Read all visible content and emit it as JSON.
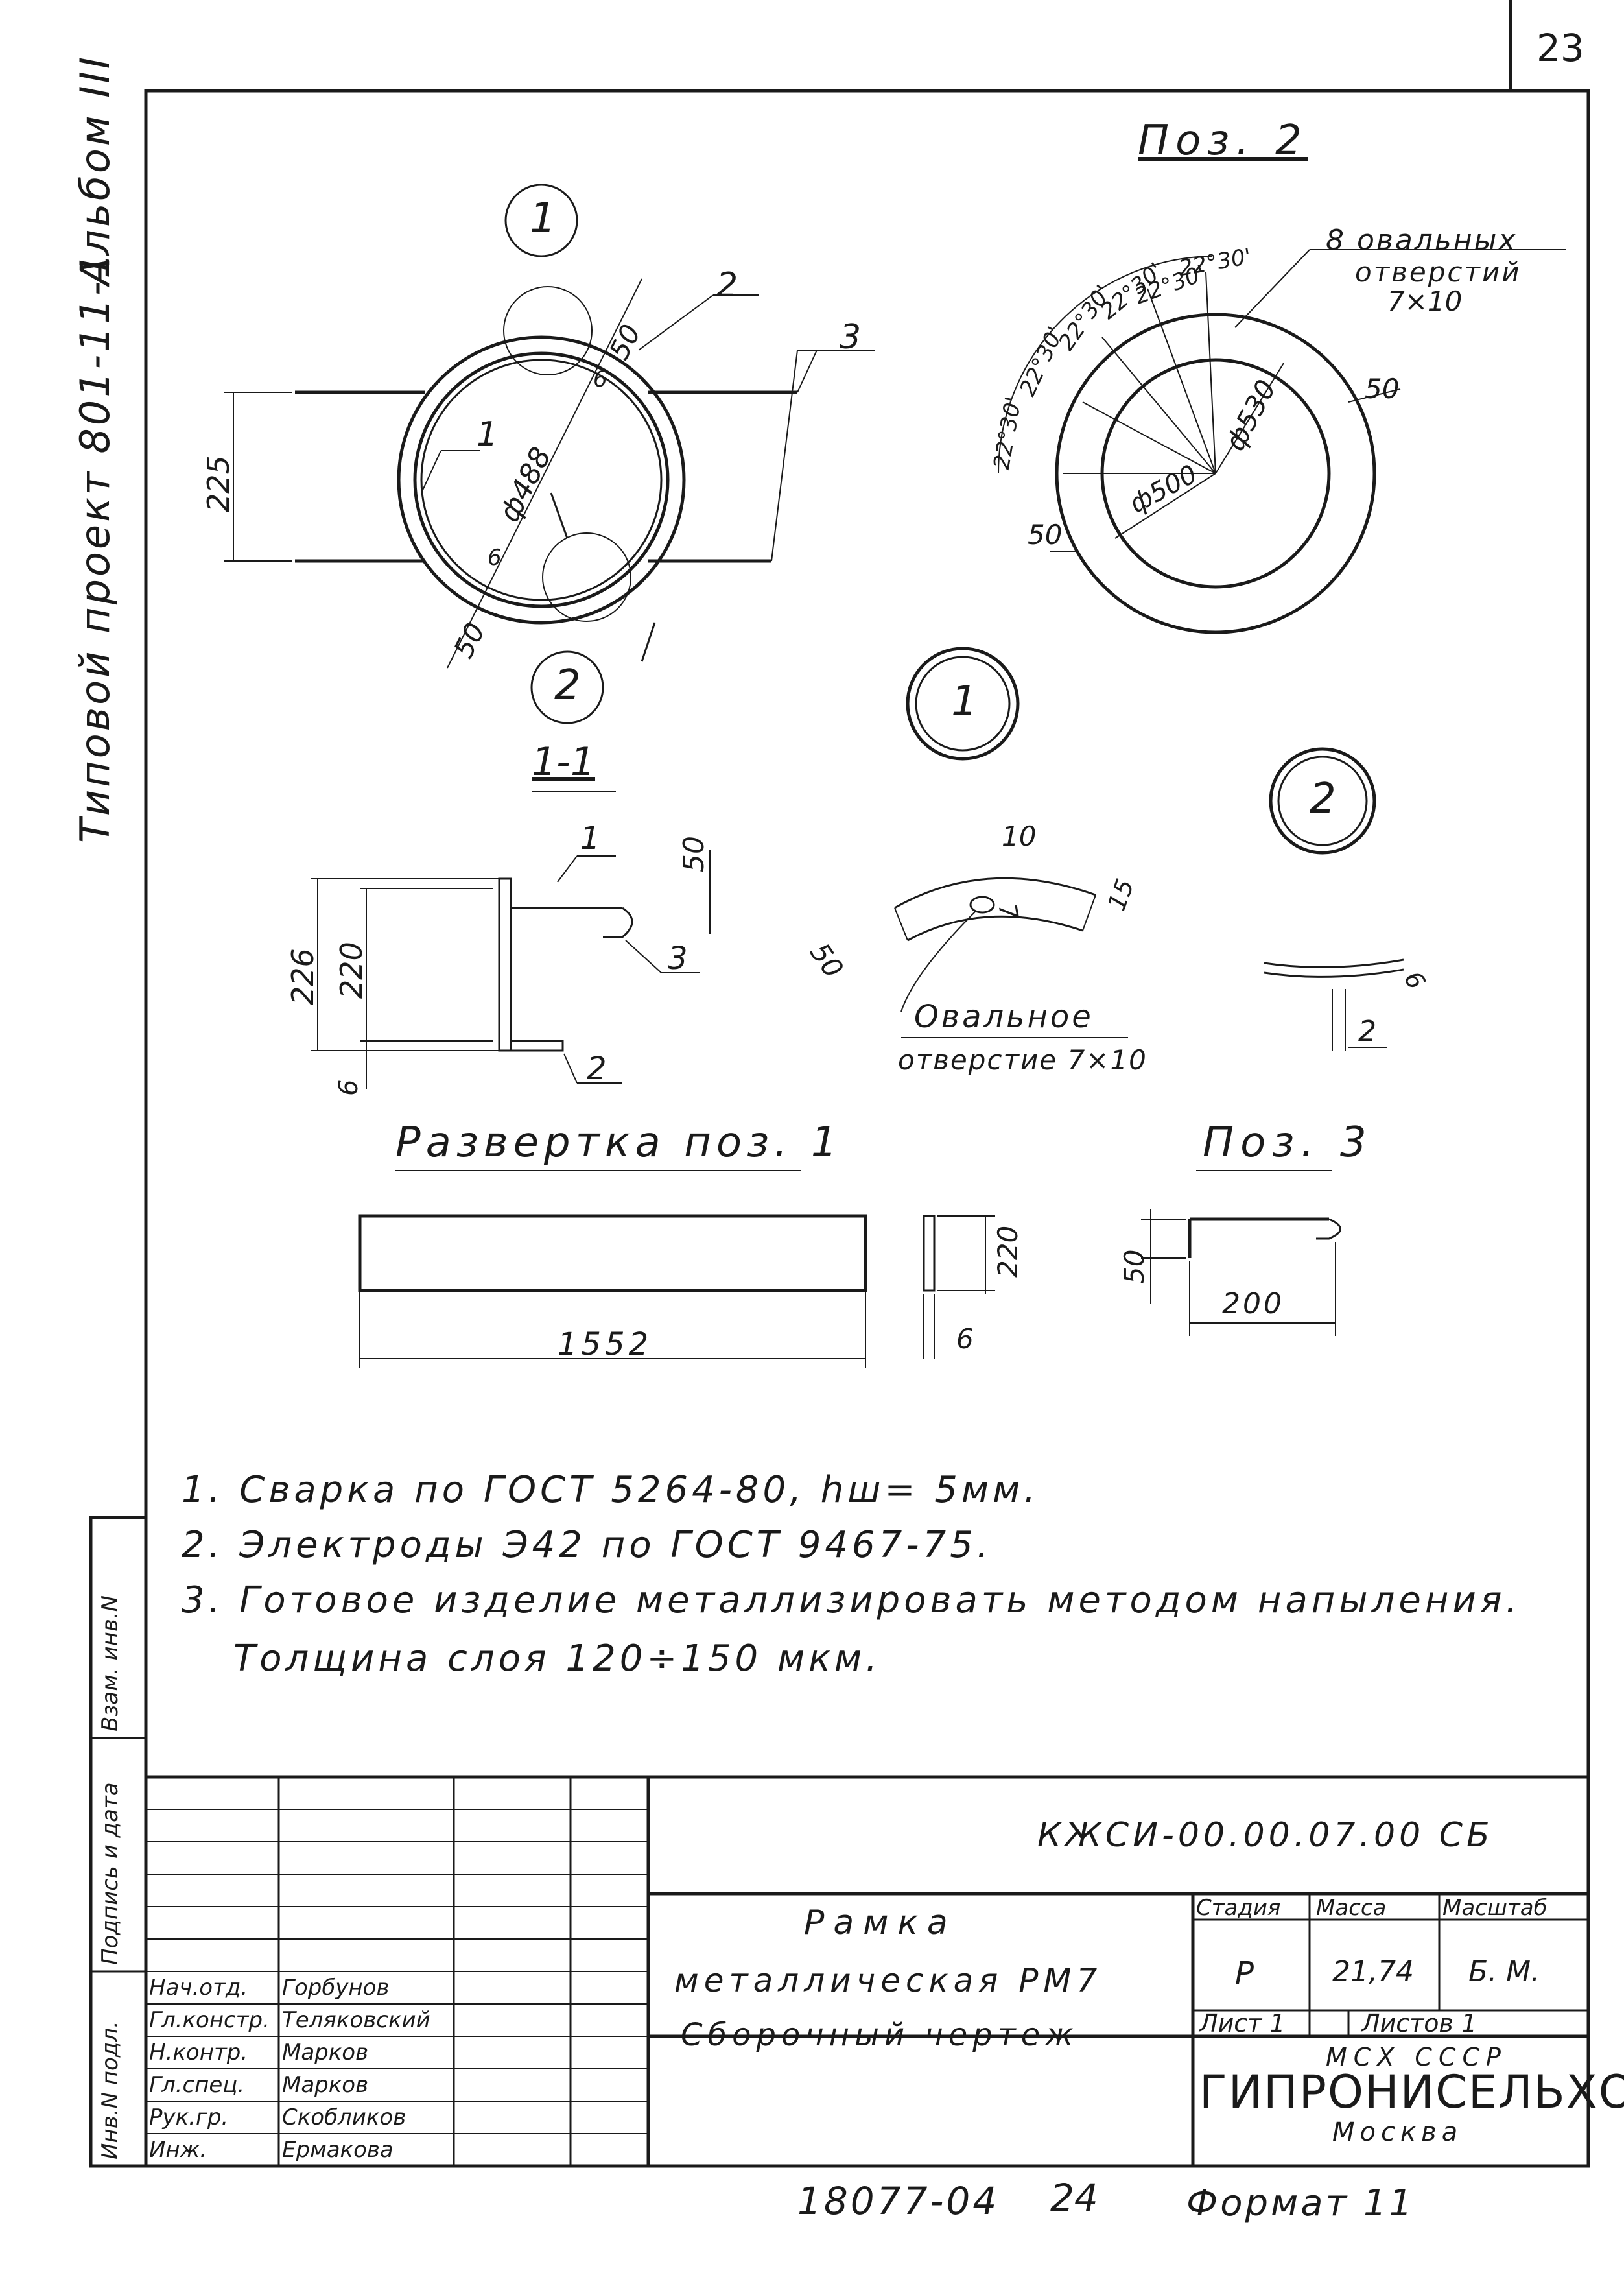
{
  "sheet": {
    "page_number": "23",
    "side_title": "Типовой проект 801-11-1",
    "side_album": "Альбом III",
    "bottom_code": "18077-04",
    "bottom_page": "24",
    "format": "Формат 11"
  },
  "views": {
    "pos2_title": "Поз. 2",
    "pos3_title": "Поз. 3",
    "section_title": "1-1",
    "unfold_title": "Развертка поз. 1",
    "callout_1": "1",
    "callout_2": "2",
    "leader_2": "2",
    "leader_3": "3",
    "leader_1": "1",
    "oval_holes_note_1": "8 овальных",
    "oval_holes_note_2": "отверстий",
    "oval_holes_note_3": "7×10",
    "oval_hole_label_1": "Овальное",
    "oval_hole_label_2": "отверстие 7×10"
  },
  "dimensions": {
    "d225": "225",
    "d488": "ф488",
    "d50": "50",
    "d6": "6",
    "d530": "ф530",
    "d500": "ф500",
    "angle": "22°30'",
    "d226": "226",
    "d220": "220",
    "d10": "10",
    "d7": "7",
    "d15": "15",
    "d2": "2",
    "d1552": "1552",
    "d200": "200"
  },
  "notes": [
    "1. Сварка по ГОСТ 5264-80, hш= 5мм.",
    "2. Электроды Э42 по ГОСТ 9467-75.",
    "3. Готовое изделие металлизировать методом напыления.",
    "Толщина слоя 120÷150 мкм."
  ],
  "stamp": {
    "doc_code": "КЖСИ-00.00.07.00 СБ",
    "title_1": "Рамка",
    "title_2": "металлическая РМ7",
    "title_3": "Сборочный чертеж",
    "stage_label": "Стадия",
    "mass_label": "Масса",
    "scale_label": "Масштаб",
    "stage_value": "Р",
    "mass_value": "21,74",
    "scale_value": "Б. М.",
    "sheet_label": "Лист 1",
    "sheets_label": "Листов 1",
    "org_top": "МСХ СССР",
    "org_name": "ГИПРОНИСЕЛЬХОЗ",
    "org_city": "Москва",
    "roles": [
      "Нач.отд.",
      "Гл.констр.",
      "Н.контр.",
      "Гл.спец.",
      "Рук.гр.",
      "Инж."
    ],
    "names": [
      "Горбунов",
      "Теляковский",
      "Марков",
      "Марков",
      "Скобликов",
      "Ермакова"
    ],
    "side_fields": [
      "Взам. инв.N",
      "Подпись и дата",
      "Инв.N подл."
    ]
  }
}
